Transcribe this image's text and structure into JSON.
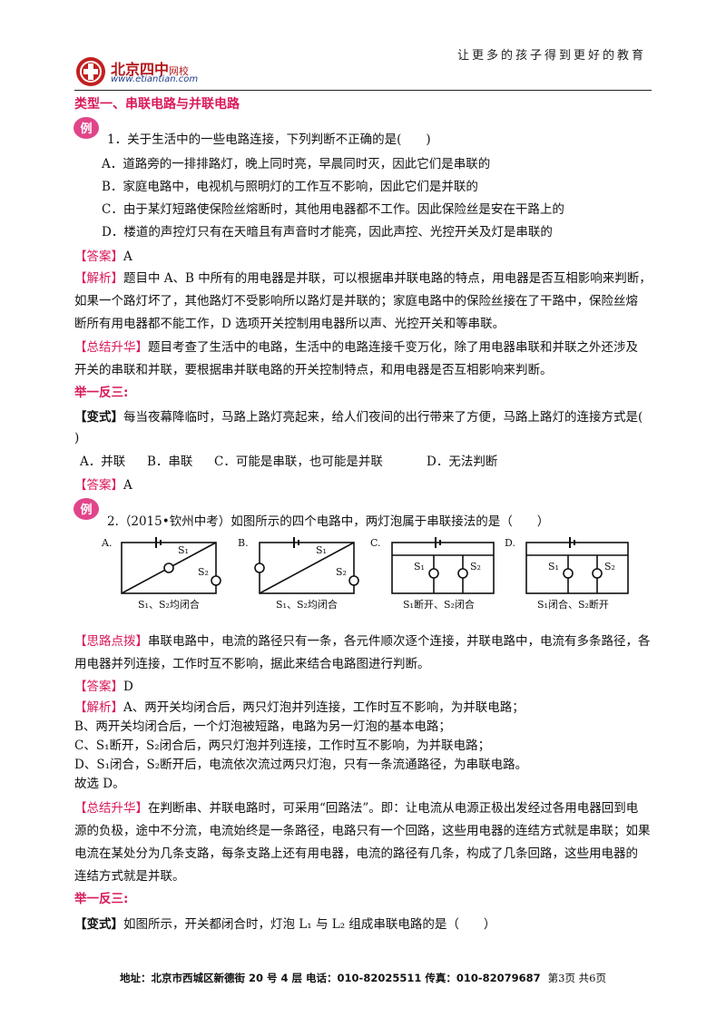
{
  "header": {
    "slogan": "让更多的孩子得到更好的教育",
    "logo_name": "北京四中",
    "logo_suffix": "网校",
    "logo_url": "www.etiantian.com"
  },
  "section_title": "类型一、串联电路与并联电路",
  "badge_char": "例",
  "q1": {
    "stem": "1．关于生活中的一些电路连接，下列判断不正确的是(　　)",
    "options": [
      "A．道路旁的一排排路灯，晚上同时亮，早晨同时灭，因此它们是串联的",
      "B．家庭电路中，电视机与照明灯的工作互不影响，因此它们是并联的",
      "C．由于某灯短路使保险丝熔断时，其他用电器都不工作。因此保险丝是安在干路上的",
      "D．楼道的声控灯只有在天暗且有声音时才能亮，因此声控、光控开关及灯是串联的"
    ],
    "answer_tag": "【答案】",
    "answer": "A",
    "analysis_tag": "【解析】",
    "analysis": [
      "题目中 A、B 中所有的用电器是并联，可以根据串并联电路的特点，用电器是否互相影响来判断，",
      "如果一个路灯坏了，其他路灯不受影响所以路灯是并联的；家庭电路中的保险丝接在了干路中，保险丝熔",
      "断所有用电器都不能工作，D 选项开关控制用电器所以声、光控开关和等串联。"
    ],
    "summary_tag": "【总结升华】",
    "summary": [
      "题目考查了生活中的电路，生活中的电路连接千变万化，除了用电器串联和并联之外还涉及",
      "开关的串联和并联，要根据串并联电路的开关控制特点，和用电器是否互相影响来判断。"
    ]
  },
  "practice1": {
    "title": "举一反三:",
    "variant_tag": "【变式】",
    "variant": "每当夜幕降临时，马路上路灯亮起来，给人们夜间的出行带来了方便，马路上路灯的连接方式是(",
    "variant_cont": ")",
    "options": [
      "A．并联",
      "B．串联",
      "C．可能是串联，也可能是并联",
      "D．无法判断"
    ],
    "answer_tag": "【答案】",
    "answer": "A"
  },
  "q2": {
    "stem": "2.（2015•钦州中考）如图所示的四个电路中，两灯泡属于串联接法的是（　　）",
    "circuits": [
      {
        "letter": "A.",
        "caption": "S₁、S₂均闭合",
        "s1": "S₁",
        "s2": "S₂"
      },
      {
        "letter": "B.",
        "caption": "S₁、S₂均闭合",
        "s1": "S₁",
        "s2": "S₂"
      },
      {
        "letter": "C.",
        "caption": "S₁断开、S₂闭合",
        "s1": "S₁",
        "s2": "S₂"
      },
      {
        "letter": "D.",
        "caption": "S₁闭合、S₂断开",
        "s1": "S₁",
        "s2": "S₂"
      }
    ],
    "hint_tag": "【思路点拨】",
    "hint": [
      "串联电路中，电流的路径只有一条，各元件顺次逐个连接，并联电路中，电流有多条路径，各",
      "用电器并列连接，工作时互不影响，据此来结合电路图进行判断。"
    ],
    "answer_tag": "【答案】",
    "answer": "D",
    "analysis_tag": "【解析】",
    "analysis_first": "A、两开关均闭合后，两只灯泡并列连接，工作时互不影响，为并联电路；",
    "analysis": [
      "B、两开关均闭合后，一个灯泡被短路，电路为另一灯泡的基本电路；",
      "C、S₁断开，S₂闭合后，两只灯泡并列连接，工作时互不影响，为并联电路；",
      "D、S₁闭合，S₂断开后，电流依次流过两只灯泡，只有一条流通路径，为串联电路。",
      "故选 D。"
    ],
    "summary_tag": "【总结升华】",
    "summary": [
      "在判断串、并联电路时，可采用“回路法”。即：让电流从电源正极出发经过各用电器回到电",
      "源的负极，途中不分流，电流始终是一条路径，电路只有一个回路，这些用电器的连结方式就是串联；如果",
      "电流在某处分为几条支路，每条支路上还有用电器，电流的路径有几条，构成了几条回路，这些用电器的",
      "连结方式就是并联。"
    ]
  },
  "practice2": {
    "title": "举一反三:",
    "variant_tag": "【变式】",
    "variant": "如图所示，开关都闭合时，灯泡 L₁ 与 L₂ 组成串联电路的是（　　）"
  },
  "footer": {
    "text": "地址：北京市西城区新德街 20 号 4 层  电话：010-82025511  传真：010-82079687",
    "page": "第3页  共6页"
  }
}
